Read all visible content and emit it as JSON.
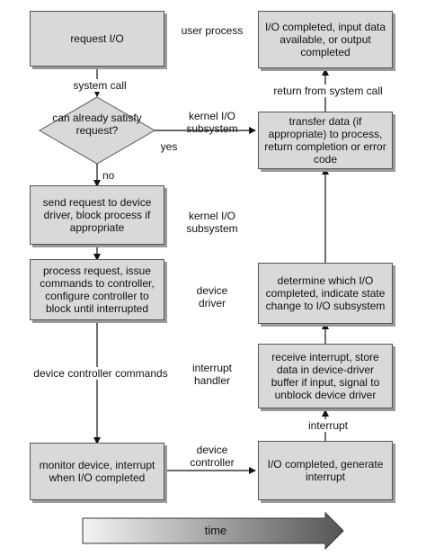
{
  "boxes": {
    "request_io": "request I/O",
    "send_request": "send request to device driver, block process if appropriate",
    "process_request": "process request, issue commands to controller, configure controller to block until interrupted",
    "monitor_device": "monitor device, interrupt when I/O completed",
    "io_completed_interrupt": "I/O completed, generate interrupt",
    "receive_interrupt": "receive interrupt, store data in device-driver buffer if input, signal to unblock device driver",
    "determine_io": "determine which I/O completed, indicate state change to I/O subsystem",
    "transfer_data": "transfer data (if appropriate) to process, return completion or error code",
    "io_completed_final": "I/O completed, input data available, or output completed"
  },
  "decision": "can already satisfy request?",
  "edges": {
    "system_call": "system call",
    "yes": "yes",
    "no": "no",
    "device_controller_commands": "device controller commands",
    "interrupt": "interrupt",
    "return_from_system_call": "return from system call"
  },
  "layers": {
    "user_process": "user process",
    "kernel_io_subsystem_1": "kernel I/O subsystem",
    "kernel_io_subsystem_2": "kernel I/O subsystem",
    "device_driver": "device driver",
    "interrupt_handler": "interrupt handler",
    "device_controller": "device controller"
  },
  "time_axis": "time",
  "colors": {
    "box_fill": "#d9d9d9",
    "box_border": "#555555",
    "shadow": "#9a9a9a",
    "arrow_gradient_end": "#555555"
  }
}
